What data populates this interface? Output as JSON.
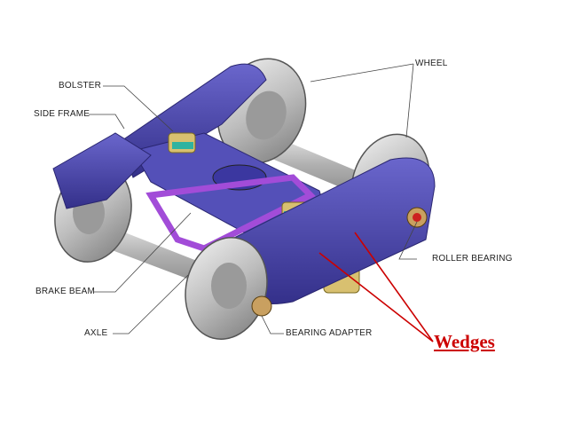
{
  "labels": {
    "wheel": "WHEEL",
    "bolster": "BOLSTER",
    "side_frame": "SIDE FRAME",
    "roller_bearing": "ROLLER BEARING",
    "brake_beam": "BRAKE BEAM",
    "axle": "AXLE",
    "bearing_adapter": "BEARING ADAPTER",
    "wedges": "Wedges"
  },
  "colors": {
    "frame": "#4a45a8",
    "frame_dark": "#2e2a7a",
    "brake_beam": "#a24cd8",
    "wheel": "#c9c9c9",
    "springs": "#d8c070",
    "wedge_pointer": "#cc0000",
    "leader": "#444444"
  }
}
